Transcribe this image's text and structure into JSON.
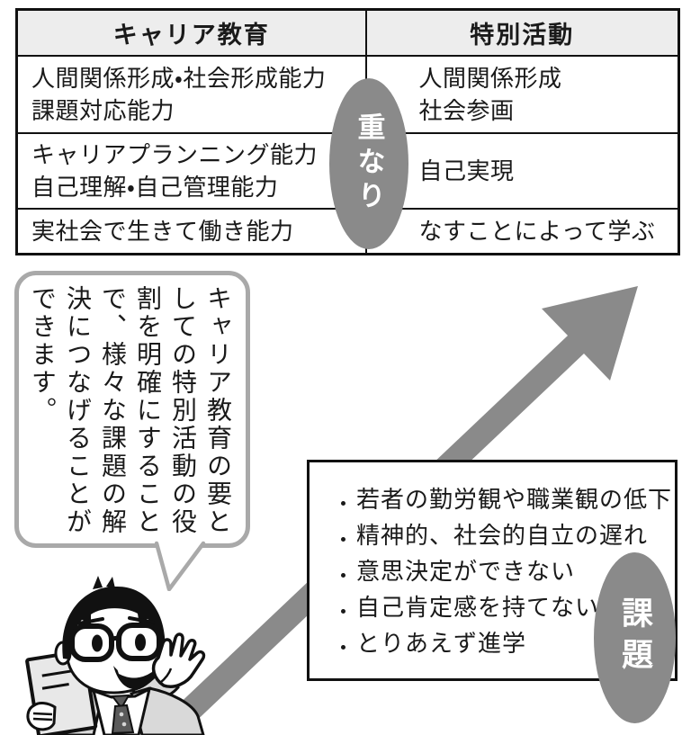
{
  "colors": {
    "accent_gray": "#8a8a8a",
    "line_black": "#111111",
    "table_header_bg": "#ededed",
    "bubble_border": "#a9a9a9",
    "suit_gray": "#d9d9d9"
  },
  "table": {
    "col_headers": [
      "キャリア教育",
      "特別活動"
    ],
    "rows": [
      {
        "career": "人間関係形成・社会形成能力\n課題対応能力",
        "tokkatsu": "人間関係形成\n社会参画"
      },
      {
        "career": "キャリアプランニング能力\n自己理解・自己管理能力",
        "tokkatsu": "自己実現"
      },
      {
        "career": "実社会で生きて働き能力",
        "tokkatsu": "なすことによって学ぶ"
      }
    ]
  },
  "overlap_badge": {
    "label": "重なり"
  },
  "speech_bubble": {
    "text": "キャリア教育の要と\nしての特別活動の役\n割を明確にすること\nで、様々な課題の解\n決につなげることが\nできます。"
  },
  "issues_box": {
    "items": [
      "若者の勤労観や職業観の低下",
      "精神的、社会的自立の遅れ",
      "意思決定ができない",
      "自己肯定感を持てない",
      "とりあえず進学"
    ]
  },
  "issues_badge": {
    "label": "課題"
  }
}
